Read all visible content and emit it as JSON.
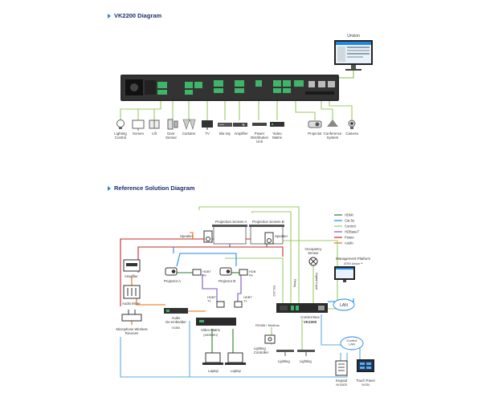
{
  "section1": {
    "title": "VK2200 Diagram"
  },
  "section2": {
    "title": "Reference Solution Diagram"
  },
  "unizon": "Unizon",
  "devices": [
    {
      "label": "Lighting\nControl",
      "icon": "bulb-icon"
    },
    {
      "label": "Screen",
      "icon": "screen-icon"
    },
    {
      "label": "Lift",
      "icon": "lift-icon"
    },
    {
      "label": "Door\nSensor",
      "icon": "door-sensor-icon"
    },
    {
      "label": "Curtains",
      "icon": "curtains-icon"
    },
    {
      "label": "TV",
      "icon": "tv-icon"
    },
    {
      "label": "Blu-ray",
      "icon": "bluray-icon"
    },
    {
      "label": "Amplifier",
      "icon": "amplifier-icon"
    },
    {
      "label": "Power\nDistribution\nUnit",
      "icon": "pdu-icon"
    },
    {
      "label": "Video\nMatrix",
      "icon": "video-matrix-icon"
    },
    {
      "label": "Projector",
      "icon": "projector-icon"
    },
    {
      "label": "Conference\nSystem",
      "icon": "conference-icon"
    },
    {
      "label": "Camera",
      "icon": "camera-icon"
    }
  ],
  "legend": [
    {
      "label": "HDMI",
      "color": "#2e7d32"
    },
    {
      "label": "Cat 5e",
      "color": "#1e88e5"
    },
    {
      "label": "Control",
      "color": "#9ccc65"
    },
    {
      "label": "HDBaseT",
      "color": "#7e57c2"
    },
    {
      "label": "Power",
      "color": "#c62828"
    },
    {
      "label": "Audio",
      "color": "#ef6c00"
    }
  ],
  "ref": {
    "projection_screen_a": "Projection Screen A",
    "projection_screen_b": "Projection Screen B",
    "speaker_left": "Speaker",
    "speaker_right": "Speaker",
    "amplifier": "Amplifier",
    "audio_mixer": "Audio Mixer",
    "mic_receiver": "Microphone Wireless\nReceiver",
    "projector_a": "Projector A",
    "projector_b": "Projector B",
    "hdbt_rx_a": "HDBT\nRx",
    "hdbt_rx_b": "HDB\nRx",
    "hdbt_tx_1": "HDBT\nTx",
    "hdbt_tx_2": "HDBT\nTx",
    "audio_deembedder": "Audio\nDe-embedder",
    "audio_deembedder_model": "VC881",
    "video_matrix": "Video Matrix",
    "video_matrix_model": "(VM3909H)",
    "laptop_1": "Laptop",
    "laptop_2": "Laptop",
    "control_box": "Control Box",
    "control_box_model": "VK2200",
    "occupancy_sensor": "Occupancy\nSensor",
    "management_platform": "Management Platform",
    "management_platform_sub": "ATEN Unizon™",
    "lan": "LAN",
    "rs232": "RS-232",
    "relay": "Relay",
    "digital_input": "Digital Input",
    "rs485": "RS485 / Modbus",
    "lighting_controller": "Lighting\nController",
    "lighting_1": "Lighting",
    "lighting_2": "Lighting",
    "control_lan": "Control\nLAN",
    "keypad": "Keypad",
    "keypad_model": "VK1082S",
    "touch_panel": "Touch Panel",
    "touch_panel_model": "VK330"
  }
}
